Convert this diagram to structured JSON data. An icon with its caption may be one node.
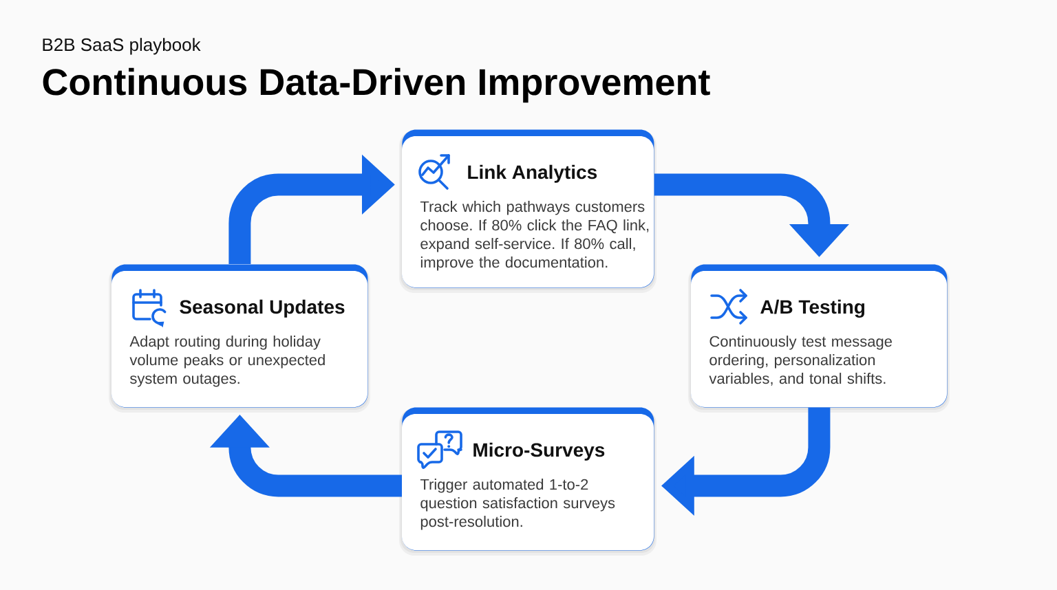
{
  "diagram": {
    "title": "Continuous Data-Driven Improvement",
    "nodes": [
      {
        "text": [
          "Link Analytics",
          "Track which pathways customers choose. If 80% click the FAQ link, expand self-service. If 80% call, improve the documentation."
        ]
      },
      {
        "text": [
          "Seasonal Updates",
          "Adapt routing during holiday volume peaks or unexpected system outages."
        ]
      },
      {
        "text": [
          "A/B Testing",
          "Continuously test message ordering, personalization variables, and tonal shifts."
        ]
      },
      {
        "text": [
          "Micro-Surveys",
          "Trigger automated 1-to-2 question satisfaction surveys post-resolution."
        ]
      }
    ],
    "edges": [
      {
        "from": 1,
        "to": 0,
        "arrow": "to"
      },
      {
        "from": 0,
        "to": 2,
        "arrow": "to"
      },
      {
        "from": 2,
        "to": 3,
        "arrow": "to"
      },
      {
        "from": 3,
        "to": 1,
        "arrow": "to"
      }
    ],
    "labels": [
      "B2B SaaS playbook"
    ]
  }
}
